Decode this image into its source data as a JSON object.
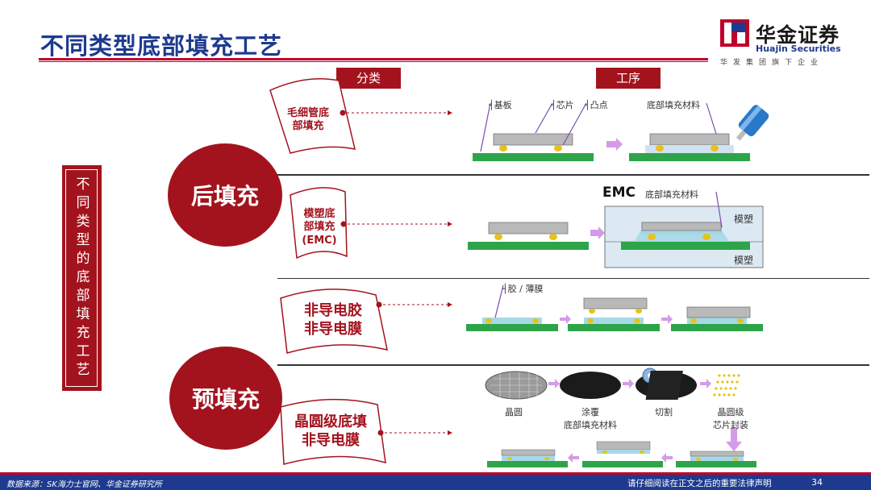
{
  "title": "不同类型底部填充工艺",
  "logo": {
    "cn": "华金证券",
    "en": "Huajin Securities",
    "sub": "华发集团旗下企业"
  },
  "headers": {
    "category": "分类",
    "process": "工序"
  },
  "left_label": "不同类型的底部填充工艺",
  "groups": {
    "post_fill": "后填充",
    "pre_fill": "预填充"
  },
  "categories": {
    "capillary": [
      "毛细管底",
      "部填充"
    ],
    "molded": [
      "模塑底",
      "部填充",
      "(EMC)"
    ],
    "nonconductive": [
      "非导电胶",
      "非导电膜"
    ],
    "wafer_level": [
      "晶圆级底填",
      "非导电膜"
    ]
  },
  "diagram": {
    "substrate": "基板",
    "chip": "芯片",
    "bump": "凸点",
    "underfill_material": "底部填充材料",
    "emc": "EMC",
    "mold_top": "模塑",
    "mold_bottom": "模塑",
    "glue_film": "胶 / 薄膜",
    "wafer": "晶圆",
    "coating_1": "涂覆",
    "coating_2": "底部填充材料",
    "dicing": "切割",
    "wafer_level_1": "晶圆级",
    "wafer_level_2": "芯片封装"
  },
  "footer": {
    "source": "数据来源：SK海力士官网、华金证券研究所",
    "disclaimer": "请仔细阅读在正文之后的重要法律声明",
    "page": "34"
  },
  "colors": {
    "brand_red": "#a3131e",
    "brand_blue": "#1d3a8f",
    "substrate_green": "#2ea44a",
    "chip_gray": "#b9b9b9",
    "bump_yellow": "#e8c21a",
    "mold_blue": "#dce9f3"
  }
}
